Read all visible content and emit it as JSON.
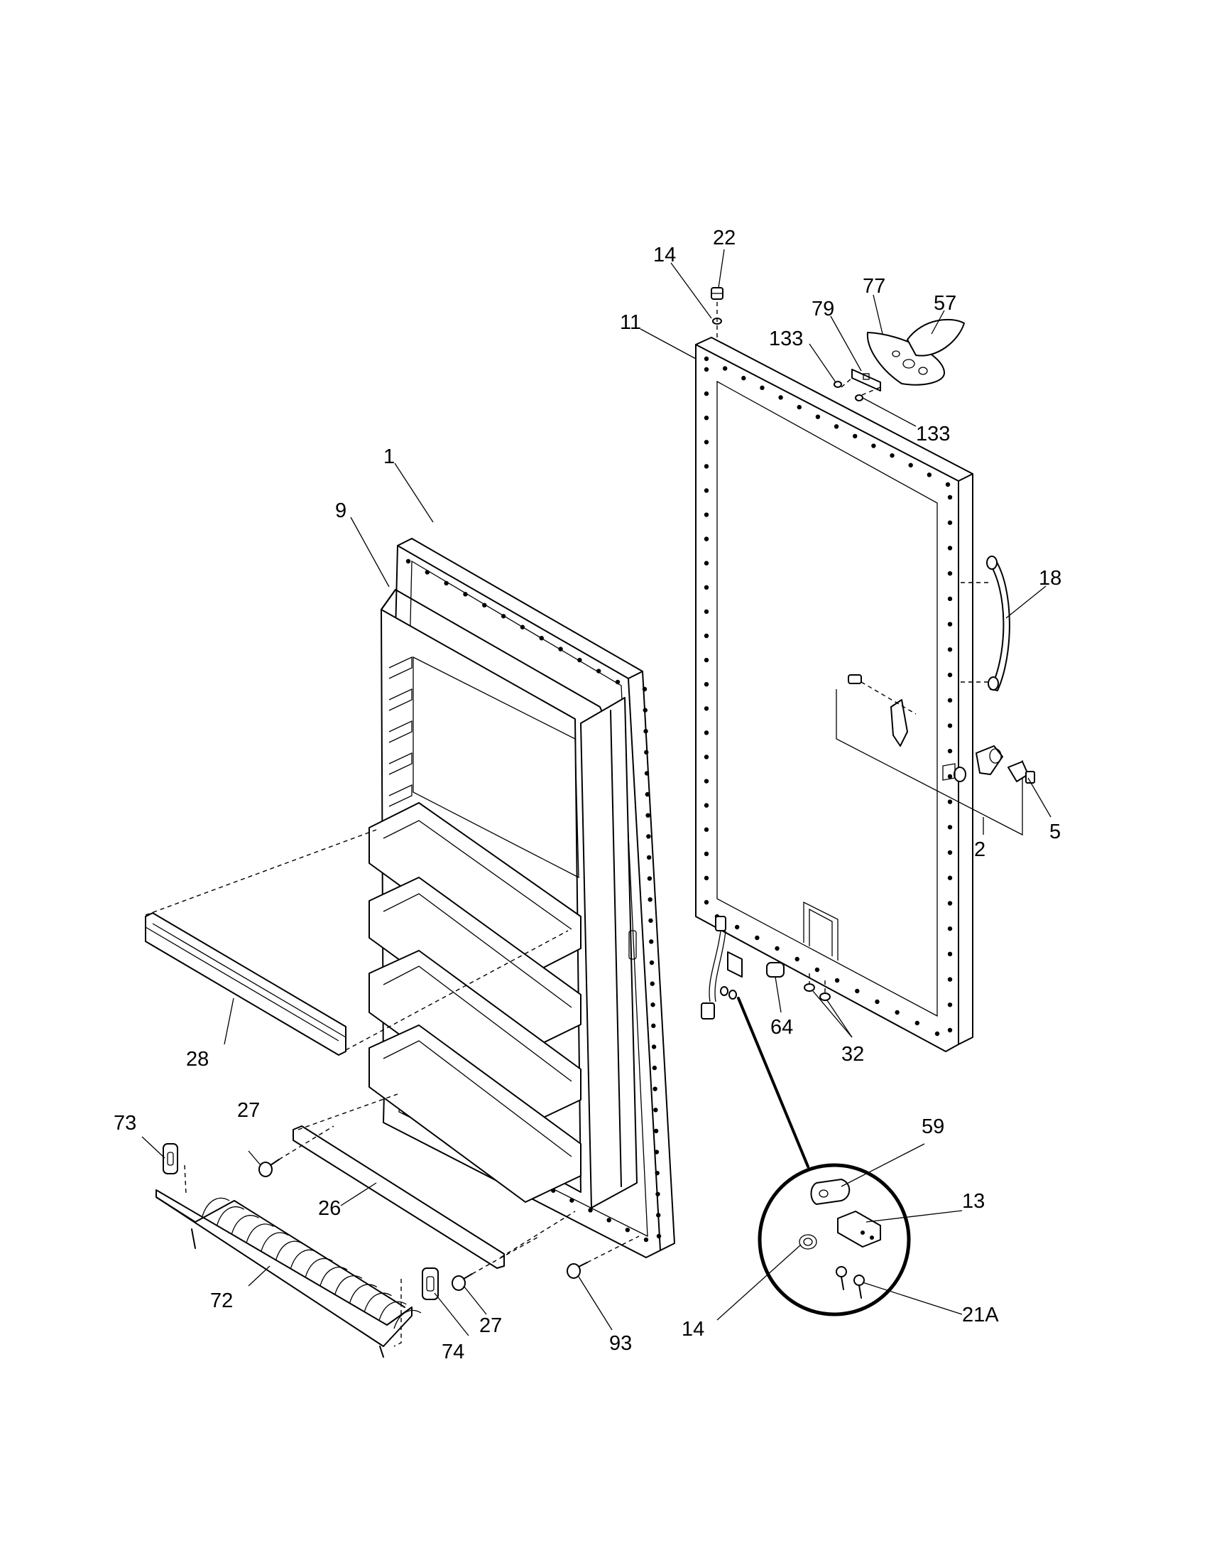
{
  "callouts": [
    {
      "id": "c1",
      "label": "1"
    },
    {
      "id": "c2",
      "label": "2"
    },
    {
      "id": "c5",
      "label": "5"
    },
    {
      "id": "c9",
      "label": "9"
    },
    {
      "id": "c11",
      "label": "11"
    },
    {
      "id": "c13",
      "label": "13"
    },
    {
      "id": "c14a",
      "label": "14"
    },
    {
      "id": "c14b",
      "label": "14"
    },
    {
      "id": "c18",
      "label": "18"
    },
    {
      "id": "c21a",
      "label": "21A"
    },
    {
      "id": "c22",
      "label": "22"
    },
    {
      "id": "c26",
      "label": "26"
    },
    {
      "id": "c27a",
      "label": "27"
    },
    {
      "id": "c27b",
      "label": "27"
    },
    {
      "id": "c28",
      "label": "28"
    },
    {
      "id": "c32",
      "label": "32"
    },
    {
      "id": "c57",
      "label": "57"
    },
    {
      "id": "c59",
      "label": "59"
    },
    {
      "id": "c64",
      "label": "64"
    },
    {
      "id": "c72",
      "label": "72"
    },
    {
      "id": "c73",
      "label": "73"
    },
    {
      "id": "c74",
      "label": "74"
    },
    {
      "id": "c77",
      "label": "77"
    },
    {
      "id": "c79",
      "label": "79"
    },
    {
      "id": "c93",
      "label": "93"
    },
    {
      "id": "c133a",
      "label": "133"
    },
    {
      "id": "c133b",
      "label": "133"
    }
  ]
}
